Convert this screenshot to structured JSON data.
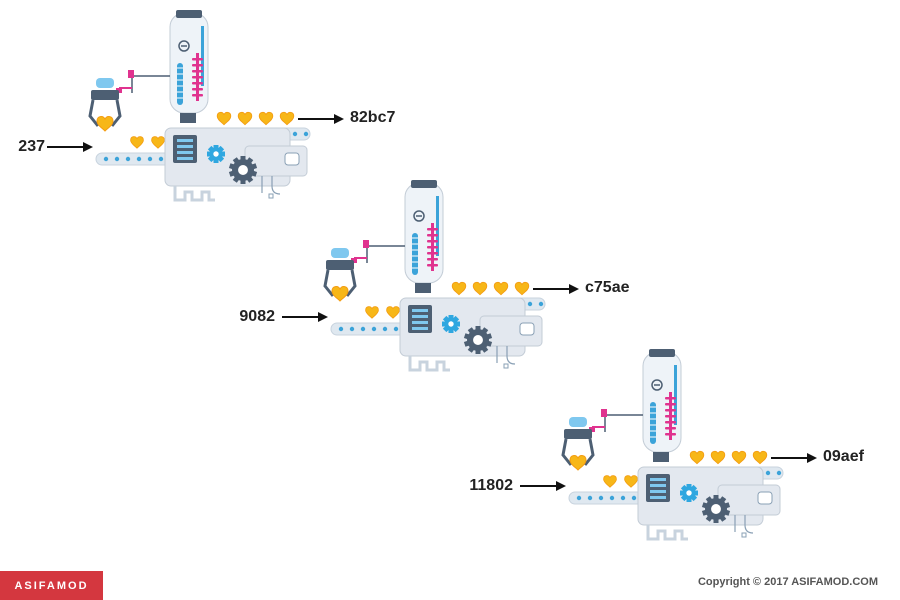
{
  "colors": {
    "body": "#e3e8ef",
    "body_dark": "#4d5f73",
    "belt": "#dfe8f0",
    "belt_dot": "#3ba3d9",
    "tube_light": "#eef3f8",
    "tube_blue": "#3ba3d9",
    "magenta": "#e0338f",
    "cyan_gear": "#2fa7e0",
    "heart": "#f7b718",
    "heart_outline": "#f39c12",
    "arrow": "#111111",
    "logo_bg": "#d4373f"
  },
  "icons": {
    "heart": "heart-icon",
    "gear": "gear-icon",
    "claw": "robotic-claw-icon",
    "arrow": "arrow-right-icon"
  },
  "machines": [
    {
      "input": "237",
      "output": "82bc7"
    },
    {
      "input": "9082",
      "output": "c75ae"
    },
    {
      "input": "11802",
      "output": "09aef"
    }
  ],
  "footer": {
    "logo_text": "ASIFAMOD",
    "copyright": "Copyright  ©  2017 ASIFAMOD.COM"
  }
}
